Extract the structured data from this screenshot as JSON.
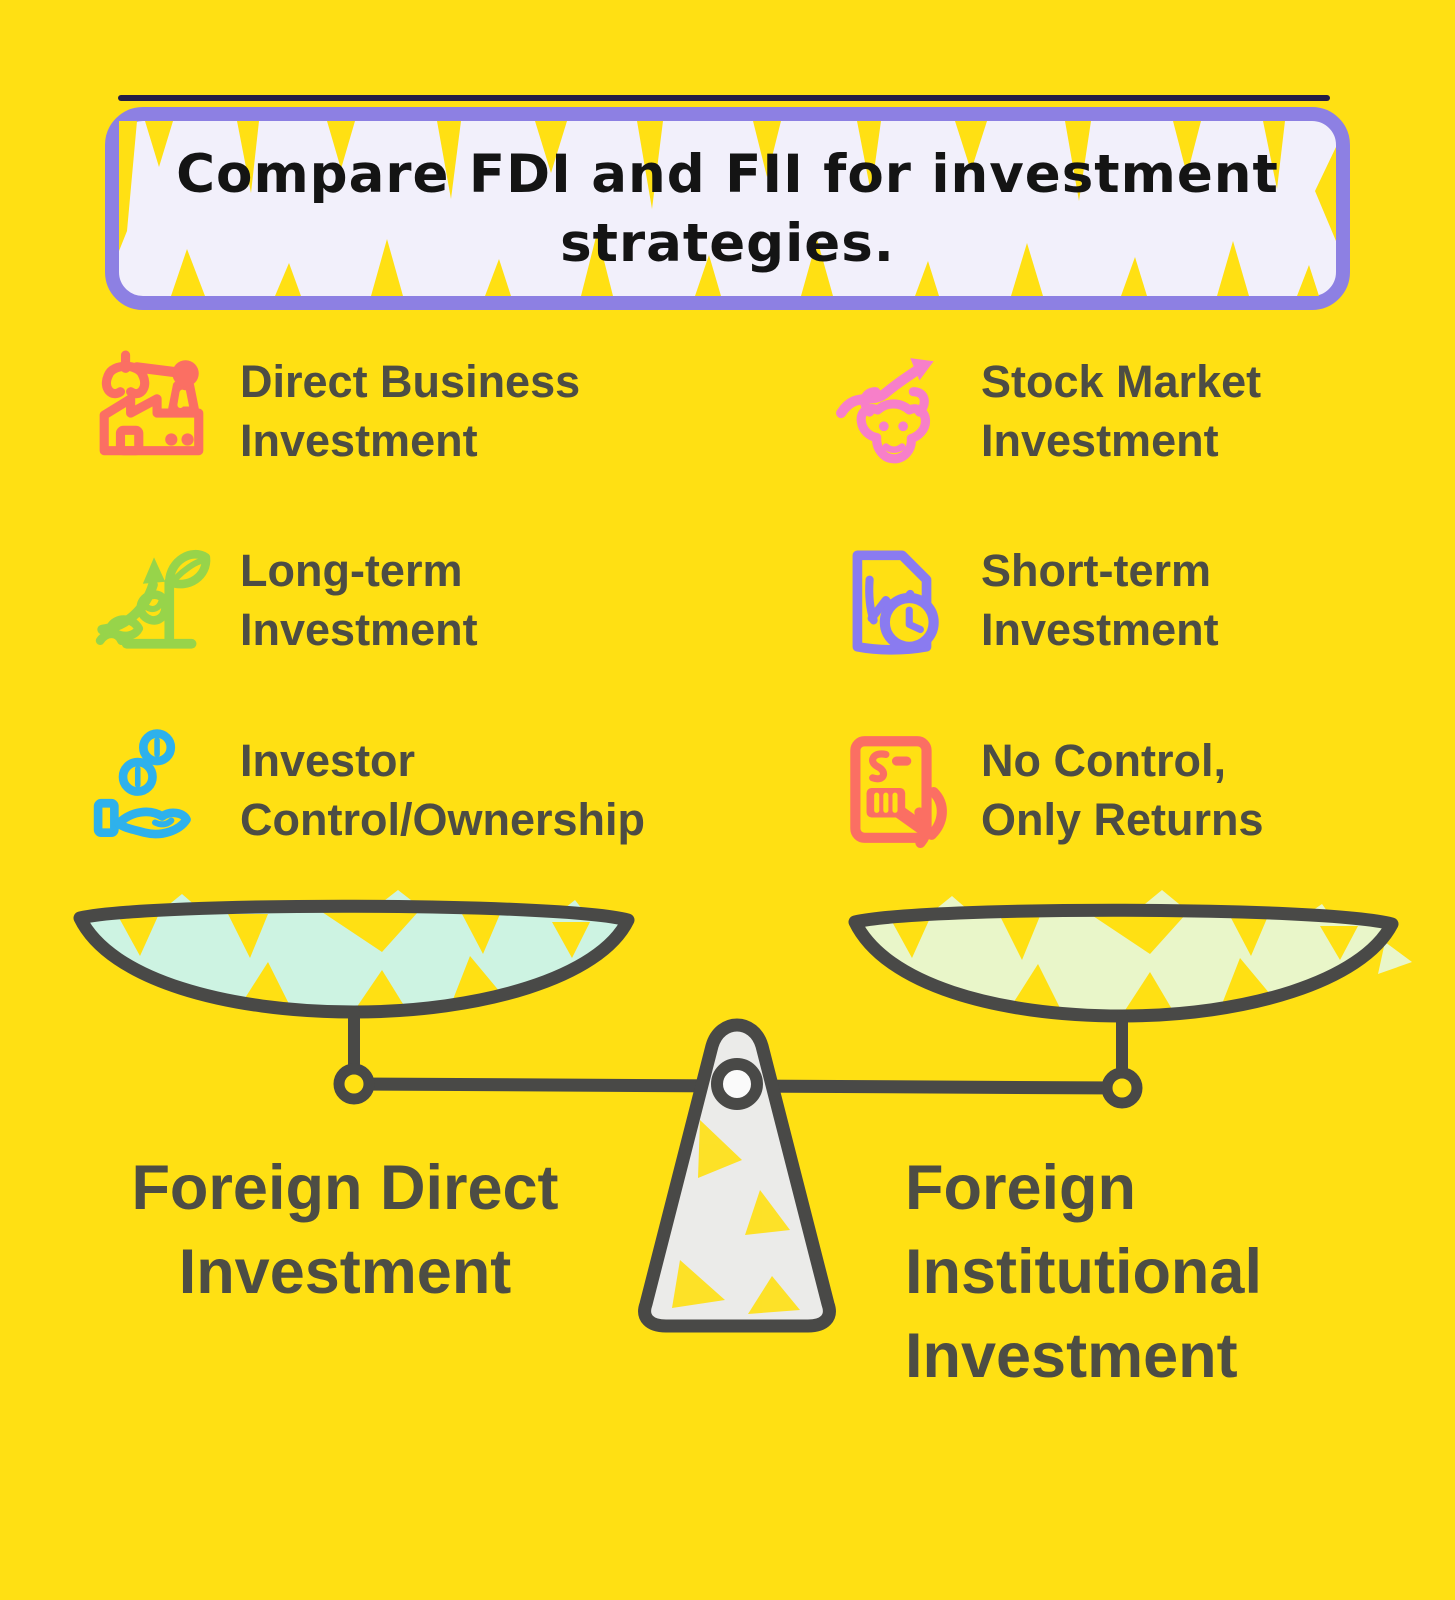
{
  "title": {
    "lines": [
      "Compare FDI and FII for investment",
      "strategies."
    ]
  },
  "features": {
    "left": [
      {
        "icon": "factory-icon",
        "lines": [
          "Direct Business",
          "Investment"
        ]
      },
      {
        "icon": "sprout-growth-icon",
        "lines": [
          "Long-term",
          "Investment"
        ]
      },
      {
        "icon": "hand-coins-icon",
        "lines": [
          "Investor",
          "Control/Ownership"
        ]
      }
    ],
    "right": [
      {
        "icon": "bull-market-icon",
        "lines": [
          "Stock Market",
          "Investment"
        ]
      },
      {
        "icon": "document-clock-icon",
        "lines": [
          "Short-term",
          "Investment"
        ]
      },
      {
        "icon": "atm-returns-icon",
        "lines": [
          "No Control,",
          "Only Returns"
        ]
      }
    ]
  },
  "scale": {
    "left_label_lines": [
      "Foreign Direct",
      "Investment"
    ],
    "right_label_lines": [
      "Foreign",
      "Institutional",
      "Investment"
    ]
  },
  "colors": {
    "background": "#FFE013",
    "banner_fill": "#F2F0FB",
    "banner_border": "#8D80E3",
    "title_text": "#141414",
    "label_text": "#4D4D44",
    "outline_gray": "#494947",
    "coral": "#FB6F63",
    "green": "#97D44A",
    "blue": "#2EB1EC",
    "pink": "#F77FC9",
    "purple": "#8A7BF0",
    "pan_left_fill": "#CDF3E2",
    "pan_right_fill": "#E9F6C9",
    "fulcrum_fill": "#EBEBE9"
  }
}
